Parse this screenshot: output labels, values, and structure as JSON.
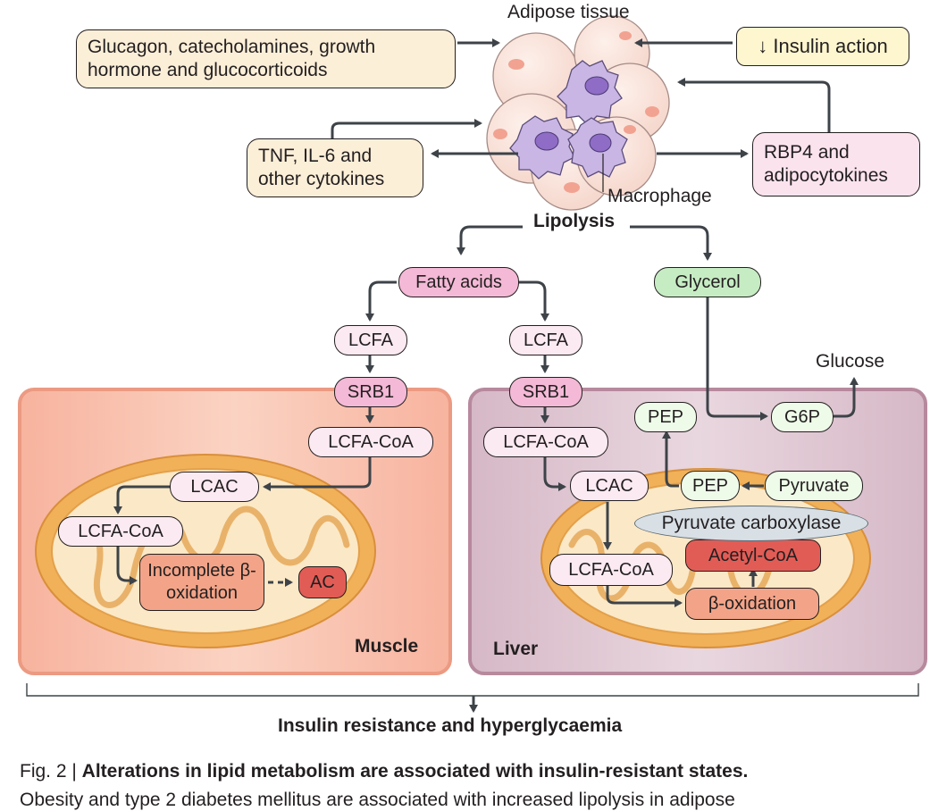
{
  "top": {
    "adipose_tissue": "Adipose tissue",
    "macrophage": "Macrophage",
    "hormones": "Glucagon, catecholamines, growth hormone and glucocorticoids",
    "insulin_action": "↓ Insulin action",
    "cytokines": "TNF, IL-6 and other cytokines",
    "rbp4": "RBP4 and adipocytokines",
    "lipolysis": "Lipolysis"
  },
  "pathway": {
    "fatty_acids": "Fatty acids",
    "glycerol": "Glycerol",
    "lcfa": "LCFA",
    "srb1": "SRB1",
    "lcfa_coa": "LCFA-CoA",
    "lcac": "LCAC",
    "glucose": "Glucose",
    "pep": "PEP",
    "g6p": "G6P",
    "pyruvate": "Pyruvate",
    "pyruvate_carboxylase": "Pyruvate carboxylase",
    "acetyl_coa": "Acetyl-CoA",
    "beta_oxidation": "β-oxidation",
    "incomplete_beta_oxidation": "Incomplete β-oxidation",
    "ac": "AC"
  },
  "tissues": {
    "muscle": "Muscle",
    "liver": "Liver"
  },
  "outcome": "Insulin resistance and hyperglycaemia",
  "caption": {
    "fig_label": "Fig. 2 | ",
    "title": "Alterations in lipid metabolism are associated with insulin-resistant states.",
    "partial_line": "Obesity and type 2 diabetes mellitus are associated with increased lipolysis in adipose"
  },
  "colors": {
    "muscle_bg": "#f9c6b0",
    "liver_bg": "#ddc4cf",
    "mito_outer": "#f0b65a",
    "mito_inner": "#fbe6c4",
    "arrow": "#3d4348"
  }
}
